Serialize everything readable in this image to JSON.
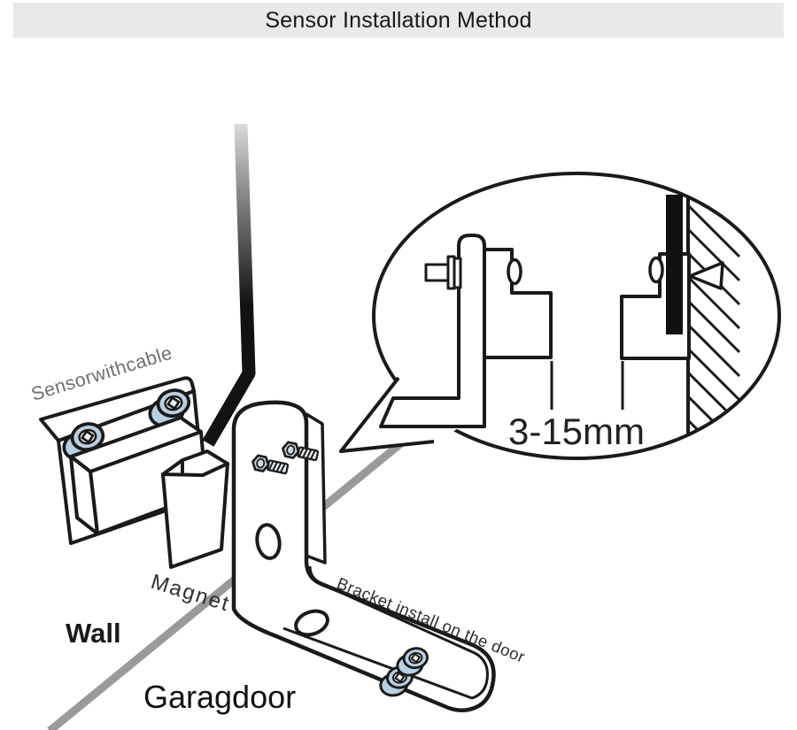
{
  "header": {
    "title": "Sensor Installation Method"
  },
  "diagram": {
    "labels": {
      "sensor_with_cable": "Sensorwithcable",
      "magnet": "Magnet",
      "bracket": "Bracket install on the door",
      "wall": "Wall",
      "garage_door": "Garagdoor"
    },
    "callout": {
      "gap_measurement": "3-15mm"
    },
    "colors": {
      "header_bg": "#e9e9e9",
      "line_ink": "#1a1a1a",
      "wall_door_divider": "#9a9a9a",
      "screw_blue": "#b9cfe2",
      "label_gray": "#707070"
    }
  }
}
